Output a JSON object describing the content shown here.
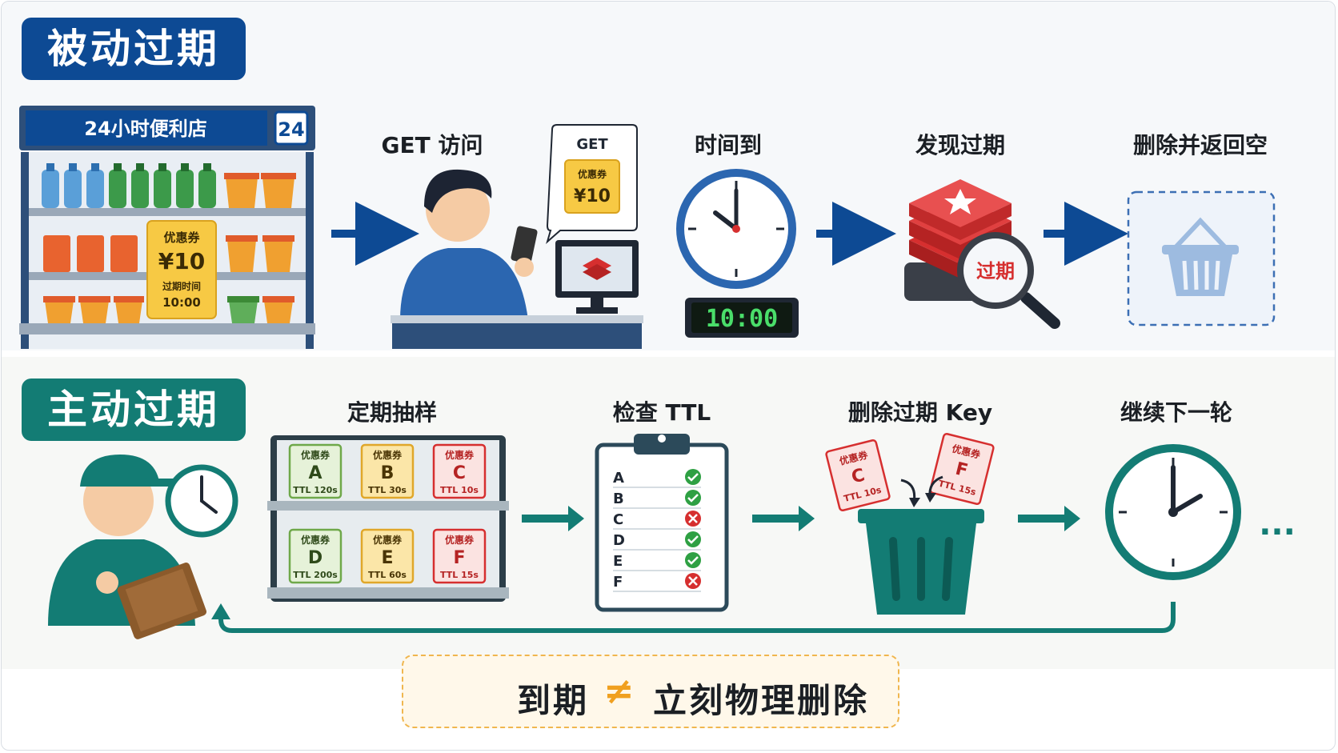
{
  "passive": {
    "title": "被动过期",
    "store": {
      "sign": "24小时便利店",
      "badge": "24"
    },
    "coupon": {
      "label": "优惠券",
      "amount": "¥10",
      "expiry_label": "过期时间",
      "expiry_time": "10:00"
    },
    "steps": [
      {
        "label": "GET 访问"
      },
      {
        "label": "时间到"
      },
      {
        "label": "发现过期"
      },
      {
        "label": "删除并返回空"
      }
    ],
    "bubble": {
      "method": "GET",
      "coupon_label": "优惠券",
      "amount": "¥10"
    },
    "digital_clock": "10:00",
    "magnifier_text": "过期"
  },
  "active": {
    "title": "主动过期",
    "steps": [
      {
        "label": "定期抽样"
      },
      {
        "label": "检查 TTL"
      },
      {
        "label": "删除过期 Key"
      },
      {
        "label": "继续下一轮"
      }
    ],
    "coupons": [
      {
        "label": "优惠券",
        "id": "A",
        "ttl": "TTL 120s",
        "status": "valid"
      },
      {
        "label": "优惠券",
        "id": "B",
        "ttl": "TTL 30s",
        "status": "valid"
      },
      {
        "label": "优惠券",
        "id": "C",
        "ttl": "TTL 10s",
        "status": "expired"
      },
      {
        "label": "优惠券",
        "id": "D",
        "ttl": "TTL 200s",
        "status": "valid"
      },
      {
        "label": "优惠券",
        "id": "E",
        "ttl": "TTL 60s",
        "status": "valid"
      },
      {
        "label": "优惠券",
        "id": "F",
        "ttl": "TTL 15s",
        "status": "expired"
      }
    ],
    "checklist": [
      {
        "key": "A",
        "ok": true
      },
      {
        "key": "B",
        "ok": true
      },
      {
        "key": "C",
        "ok": false
      },
      {
        "key": "D",
        "ok": true
      },
      {
        "key": "E",
        "ok": true
      },
      {
        "key": "F",
        "ok": false
      }
    ],
    "deleted": [
      {
        "label": "优惠券",
        "id": "C",
        "ttl": "TTL 10s"
      },
      {
        "label": "优惠券",
        "id": "F",
        "ttl": "TTL 15s"
      }
    ],
    "ellipsis": "···"
  },
  "banner": {
    "left": "到期",
    "neq": "≠",
    "right": "立刻物理删除"
  },
  "colors": {
    "blue": "#0d4a94",
    "teal": "#137c74",
    "red": "#d62f2f",
    "green": "#2ea043",
    "gold": "#f5c542"
  }
}
